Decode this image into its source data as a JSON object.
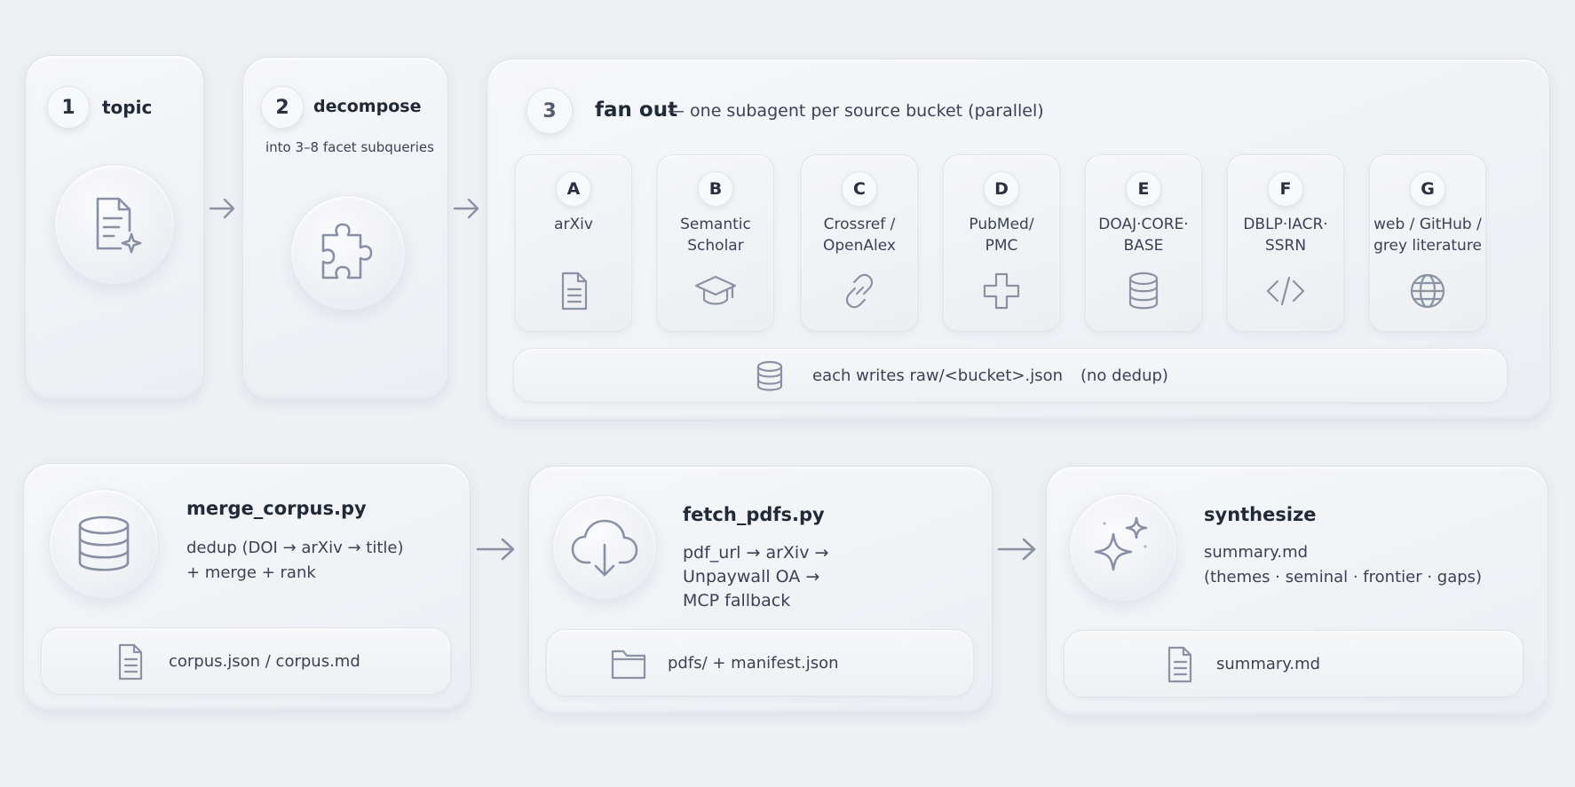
{
  "step1": {
    "number": "1",
    "title": "topic",
    "icon": "document-sparkle-icon"
  },
  "step2": {
    "number": "2",
    "title": "decompose",
    "subtitle": "into 3–8 facet subqueries",
    "icon": "puzzle-icon"
  },
  "step3": {
    "number": "3",
    "title": "fan out",
    "subtitle": "— one subagent per source bucket (parallel)",
    "buckets": [
      {
        "letter": "A",
        "line1": "arXiv",
        "line2": "",
        "icon": "document-icon"
      },
      {
        "letter": "B",
        "line1": "Semantic",
        "line2": "Scholar",
        "icon": "graduation-cap-icon"
      },
      {
        "letter": "C",
        "line1": "Crossref /",
        "line2": "OpenAlex",
        "icon": "link-icon"
      },
      {
        "letter": "D",
        "line1": "PubMed/",
        "line2": "PMC",
        "icon": "medical-cross-icon"
      },
      {
        "letter": "E",
        "line1": "DOAJ·CORE·",
        "line2": "BASE",
        "icon": "database-icon"
      },
      {
        "letter": "F",
        "line1": "DBLP·IACR·",
        "line2": "SSRN",
        "icon": "code-icon"
      },
      {
        "letter": "G",
        "line1": "web / GitHub /",
        "line2": "grey literature",
        "icon": "globe-icon"
      }
    ],
    "output_text": "each writes raw/<bucket>.json",
    "output_note": "(no dedup)",
    "output_icon": "database-icon"
  },
  "merge": {
    "title": "merge_corpus.py",
    "line1": "dedup (DOI → arXiv → title)",
    "line2": "+ merge + rank",
    "output": "corpus.json / corpus.md",
    "icon": "database-icon"
  },
  "fetch": {
    "title": "fetch_pdfs.py",
    "line1": "pdf_url → arXiv →",
    "line2": "Unpaywall OA →",
    "line3": "MCP fallback",
    "output": "pdfs/ + manifest.json",
    "icon": "cloud-download-icon"
  },
  "synth": {
    "title": "synthesize",
    "line1": "summary.md",
    "line2": "(themes · seminal · frontier · gaps)",
    "output": "summary.md",
    "icon": "sparkles-icon"
  }
}
